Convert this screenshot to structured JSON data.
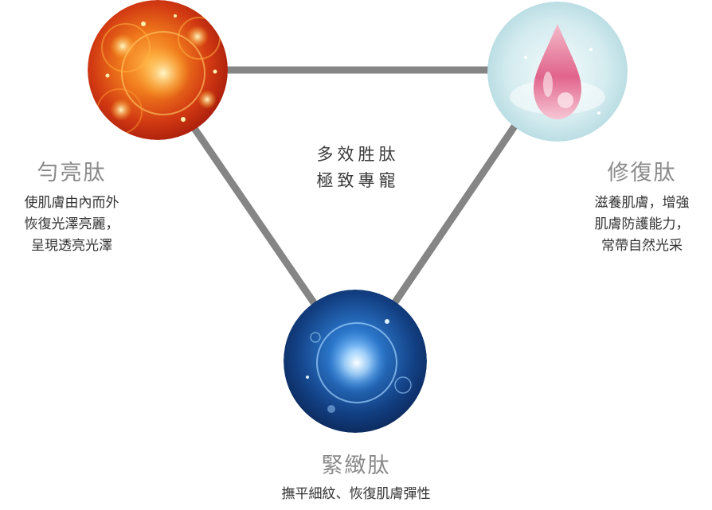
{
  "center": {
    "line1": "多效胜肽",
    "line2": "極致專寵"
  },
  "nodes": {
    "brightening": {
      "title": "勻亮肽",
      "desc": [
        "使肌膚由內而外",
        "恢復光澤亮麗，",
        "呈現透亮光澤"
      ]
    },
    "repair": {
      "title": "修復肽",
      "desc": [
        "滋養肌膚，增強",
        "肌膚防護能力，",
        "常帶自然光采"
      ]
    },
    "firming": {
      "title": "緊緻肽",
      "desc": [
        "撫平細紋、恢復肌膚彈性"
      ]
    }
  },
  "colors": {
    "connector": "#858585",
    "brightening": "#d2381a",
    "repair": "#cfe7ec",
    "firming": "#1d4d8f"
  }
}
